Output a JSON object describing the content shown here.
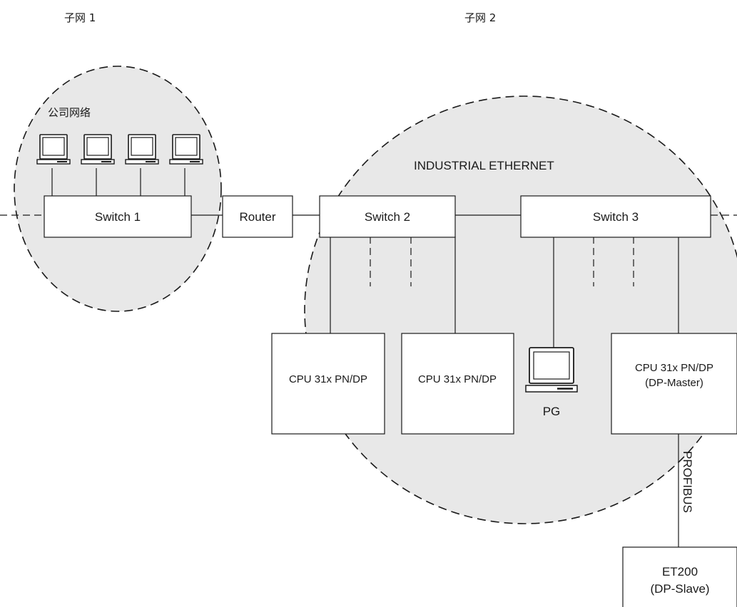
{
  "labels": {
    "subnet1": "子网 1",
    "subnet2": "子网 2",
    "company_network": "公司网络",
    "industrial_ethernet": "INDUSTRIAL ETHERNET",
    "profibus": "PROFIBUS",
    "pg": "PG"
  },
  "devices": {
    "switch1": "Switch 1",
    "router": "Router",
    "switch2": "Switch 2",
    "switch3": "Switch 3",
    "cpu_a": "CPU 31x PN/DP",
    "cpu_b": "CPU 31x PN/DP",
    "cpu_master_line1": "CPU 31x PN/DP",
    "cpu_master_line2": "(DP-Master)",
    "et200_line1": "ET200",
    "et200_line2": "(DP-Slave)"
  }
}
